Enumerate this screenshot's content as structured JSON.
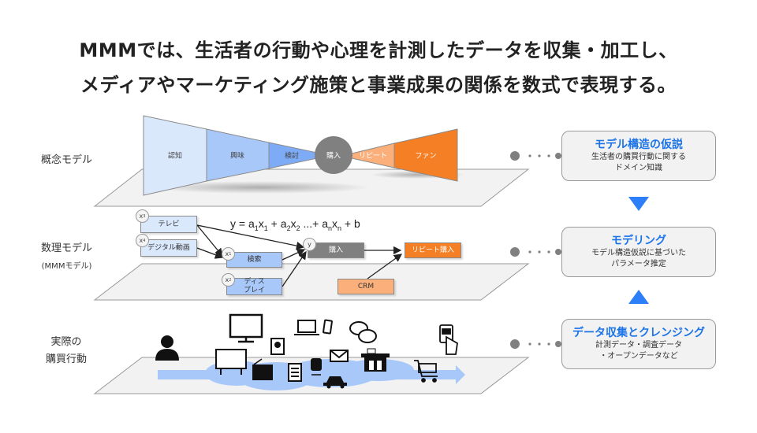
{
  "header": {
    "line1": "MMMでは、生活者の行動や心理を計測したデータを収集・加工し、",
    "line2": "メディアやマーケティング施策と事業成果の関係を数式で表現する。"
  },
  "rows": {
    "conceptual": {
      "label": "概念モデル"
    },
    "mathematical": {
      "label": "数理モデル",
      "sublabel": "(MMMモデル)"
    },
    "actual": {
      "label_line1": "実際の",
      "label_line2": "購買行動"
    }
  },
  "funnel": {
    "stages": [
      {
        "label": "認知",
        "color": "#dae8fc"
      },
      {
        "label": "興味",
        "color": "#a9c8fa"
      },
      {
        "label": "検討",
        "color": "#7dabf5"
      },
      {
        "label": "購入",
        "color": "#808080"
      },
      {
        "label": "リピート",
        "color": "#fbb07c"
      },
      {
        "label": "ファン",
        "color": "#f57f24"
      }
    ]
  },
  "math_model": {
    "formula": {
      "y": "y",
      "eq": " = ",
      "a1": "a",
      "s_a1": "1",
      "x1": "x",
      "s_x1": "1",
      "plus1": " + ",
      "a2": "a",
      "s_a2": "2",
      "x2": "x",
      "s_x2": "2",
      "dots": " ...+ ",
      "an": "a",
      "s_an": "n",
      "xn": "x",
      "s_xn": "n",
      "tail": " + b"
    },
    "nodes": {
      "tv": {
        "label": "テレビ",
        "var": "x",
        "sub": "3"
      },
      "digital_video": {
        "label": "デジタル動画",
        "var": "x",
        "sub": "4"
      },
      "search": {
        "label": "検索",
        "var": "x",
        "sub": "1"
      },
      "display": {
        "label_line1": "ディス",
        "label_line2": "プレイ",
        "var": "x",
        "sub": "2"
      },
      "purchase": {
        "label": "購入",
        "var": "y"
      },
      "repeat_purchase": {
        "label": "リピート購入"
      },
      "crm": {
        "label": "CRM"
      }
    }
  },
  "cards": [
    {
      "title": "モデル構造の仮説",
      "desc_line1": "生活者の購買行動に関する",
      "desc_line2": "ドメイン知識"
    },
    {
      "title": "モデリング",
      "desc_line1": "モデル構造仮説に基づいた",
      "desc_line2": "パラメータ推定"
    },
    {
      "title": "データ収集とクレンジング",
      "desc_line1": "計測データ・調査データ",
      "desc_line2": "・オープンデータなど"
    }
  ],
  "icons": [
    "person-icon",
    "billboard-icon",
    "tv-icon",
    "radio-icon",
    "magazine-icon",
    "laptop-icon",
    "smartphone-icon",
    "newspaper-icon",
    "train-icon",
    "mail-icon",
    "taxi-icon",
    "chat-icon",
    "convenience-store-icon",
    "cart-icon",
    "buy-button-icon"
  ],
  "colors": {
    "accent_blue": "#1a73e8",
    "arrow_blue": "#2d7ff9",
    "flow_blue": "#a9c8fa",
    "orange": "#f57f24",
    "light_orange": "#fbb07c",
    "gray": "#808080"
  }
}
